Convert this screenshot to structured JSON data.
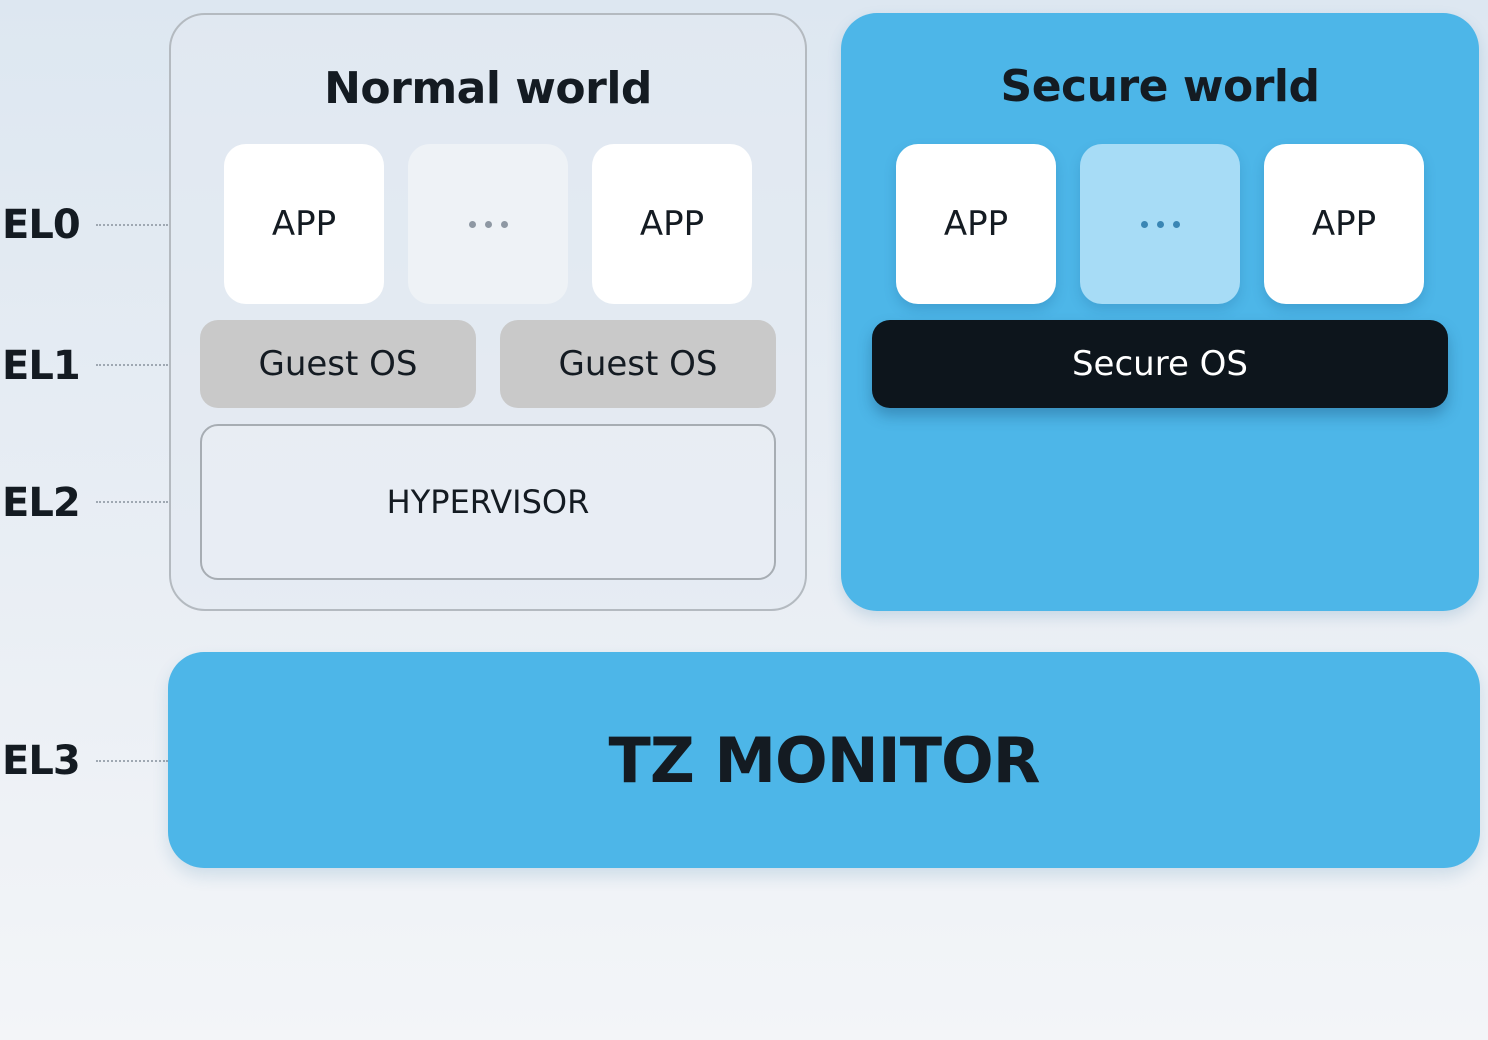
{
  "levels": {
    "el0": "EL0",
    "el1": "EL1",
    "el2": "EL2",
    "el3": "EL3"
  },
  "normal_world": {
    "title": "Normal world",
    "apps": [
      "APP",
      "APP"
    ],
    "guest_os": [
      "Guest OS",
      "Guest OS"
    ],
    "hypervisor": "HYPERVISOR"
  },
  "secure_world": {
    "title": "Secure world",
    "apps": [
      "APP",
      "APP"
    ],
    "secure_os": "Secure OS"
  },
  "monitor": "TZ MONITOR",
  "colors": {
    "accent_blue": "#4db6e8",
    "secure_os_bg": "#0d151c",
    "guest_os_bg": "#c9c9c9"
  }
}
